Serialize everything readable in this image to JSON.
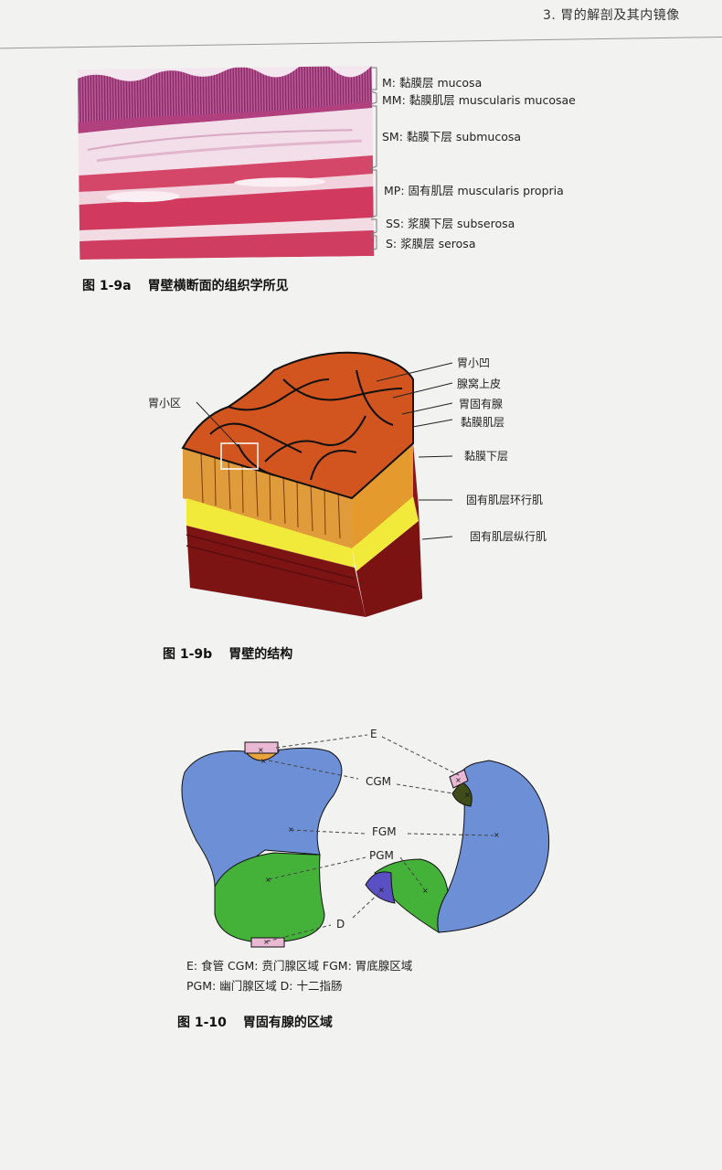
{
  "header": {
    "running_title": "3. 胃的解剖及其内镜像"
  },
  "figure_1_9a": {
    "layers": [
      {
        "label": "M: 黏膜层 mucosa"
      },
      {
        "label": "MM: 黏膜肌层 muscularis mucosae"
      },
      {
        "label": "SM: 黏膜下层 submucosa"
      },
      {
        "label": "MP: 固有肌层 muscularis propria"
      },
      {
        "label": "SS: 浆膜下层 subserosa"
      },
      {
        "label": "S: 浆膜层 serosa"
      }
    ],
    "caption_number": "图 1-9a",
    "caption_title": "胃壁横断面的组织学所见"
  },
  "figure_1_9b": {
    "left_label": "胃小区",
    "right_labels": [
      {
        "label": "胃小凹"
      },
      {
        "label": "腺窝上皮"
      },
      {
        "label": "胃固有腺"
      },
      {
        "label": "黏膜肌层"
      },
      {
        "label": "黏膜下层"
      },
      {
        "label": "固有肌层环行肌"
      },
      {
        "label": "固有肌层纵行肌"
      }
    ],
    "caption_number": "图 1-9b",
    "caption_title": "胃壁的结构"
  },
  "figure_1_10": {
    "markers": {
      "e": "E",
      "cgm": "CGM",
      "fgm": "FGM",
      "pgm": "PGM",
      "d": "D"
    },
    "legend_line1": "E: 食管   CGM: 贲门腺区域   FGM: 胃底腺区域",
    "legend_line2": "PGM: 幽门腺区域   D: 十二指肠",
    "caption_number": "图 1-10",
    "caption_title": "胃固有腺的区域",
    "colors": {
      "fundic": "#6c8fd6",
      "pyloric": "#44b239",
      "cardiac_orange": "#e8a33d",
      "cardiac_dark": "#3f4d18",
      "duodenum": "#e9b8d4",
      "esophagus": "#e9b8d4",
      "pgm_tip": "#5b4fc4"
    }
  }
}
